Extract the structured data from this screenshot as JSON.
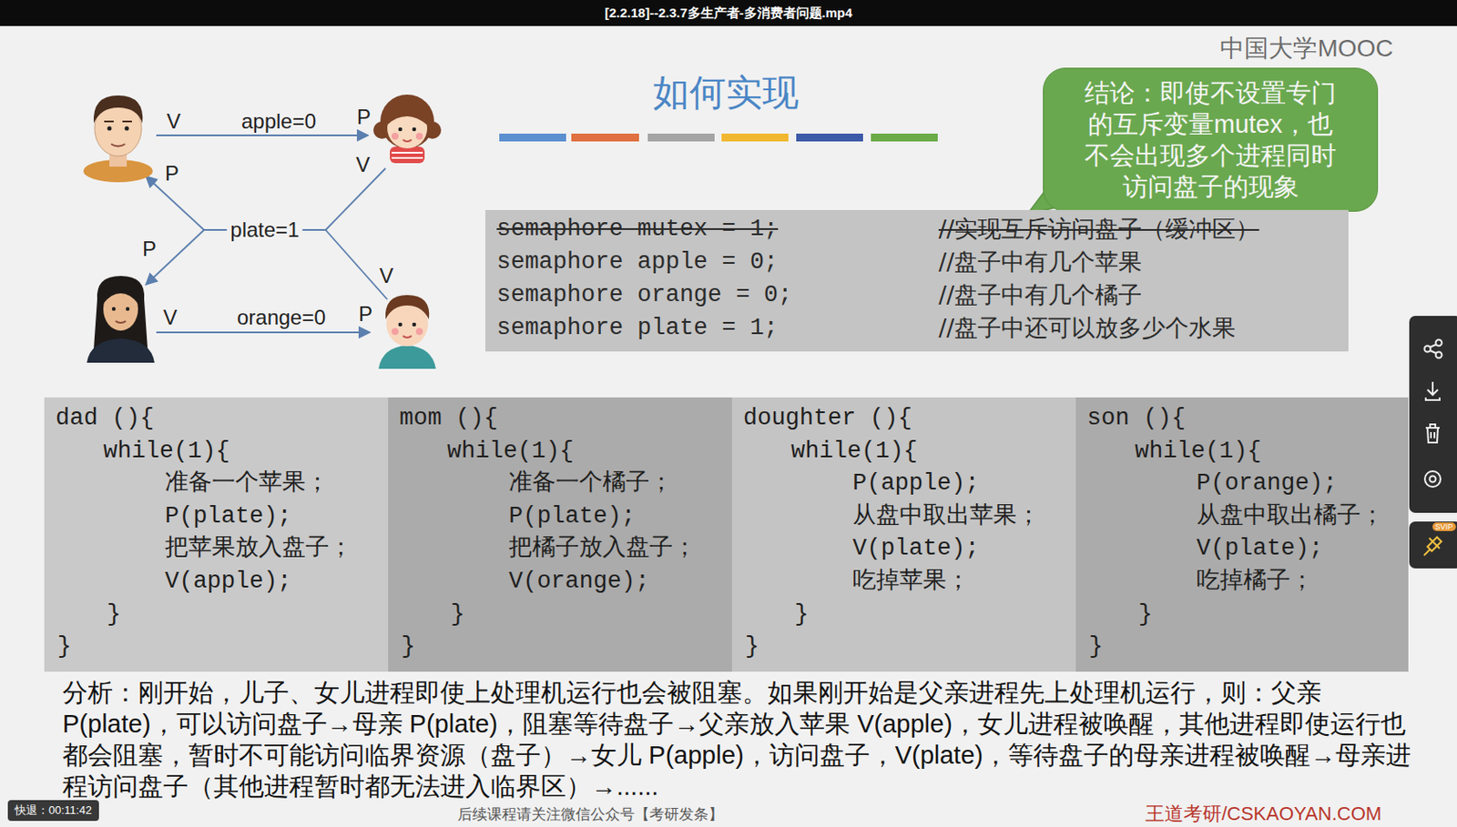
{
  "diagram": {
    "title": "如何实现",
    "nodes": [
      {
        "text": [
          "结论：即使不设置专门的互斥变量mutex，也不会出现多个进程同时访问盘子的现象"
        ]
      },
      {
        "text": [
          "semaphore mutex = 1;",
          "//实现互斥访问盘子（缓冲区）",
          "semaphore apple = 0;",
          "//盘子中有几个苹果",
          "semaphore orange = 0;",
          "//盘子中有几个橘子",
          "semaphore plate = 1;",
          "//盘子中还可以放多少个水果"
        ]
      },
      {
        "text": [
          "dad (){",
          "while(1){",
          "准备一个苹果；",
          "P(plate);",
          "把苹果放入盘子；",
          "V(apple);",
          "}",
          "}"
        ]
      },
      {
        "text": [
          "mom (){",
          "while(1){",
          "准备一个橘子；",
          "P(plate);",
          "把橘子放入盘子；",
          "V(orange);",
          "}",
          "}"
        ]
      },
      {
        "text": [
          "doughter (){",
          "while(1){",
          "P(apple);",
          "从盘中取出苹果；",
          "V(plate);",
          "吃掉苹果；",
          "}",
          "}"
        ]
      },
      {
        "text": [
          "son (){",
          "while(1){",
          "P(orange);",
          "从盘中取出橘子；",
          "V(plate);",
          "吃掉橘子；",
          "}",
          "}"
        ]
      }
    ],
    "labels": [
      "[2.2.18]--2.3.7多生产者-多消费者问题.mp4",
      "中国大学MOOC",
      "V",
      "apple=0",
      "P",
      "P",
      "V",
      "plate=1",
      "P",
      "V",
      "V",
      "orange=0",
      "P",
      "分析：刚开始，儿子、女儿进程即使上处理机运行也会被阻塞。如果刚开始是父亲进程先上处理机运行，则：父亲 P(plate)，可以访问盘子→母亲 P(plate)，阻塞等待盘子→父亲放入苹果 V(apple)，女儿进程被唤醒，其他进程即使运行也都会阻塞，暂时不可能访问临界资源（盘子）→女儿 P(apple)，访问盘子，V(plate)，等待盘子的母亲进程被唤醒→母亲进程访问盘子（其他进程暂时都无法进入临界区）→......",
      "后续课程请关注微信公众号【考研发条】",
      "王道考研/CSKAOYAN.COM",
      "快退：00:11:42",
      "SVIP"
    ]
  }
}
